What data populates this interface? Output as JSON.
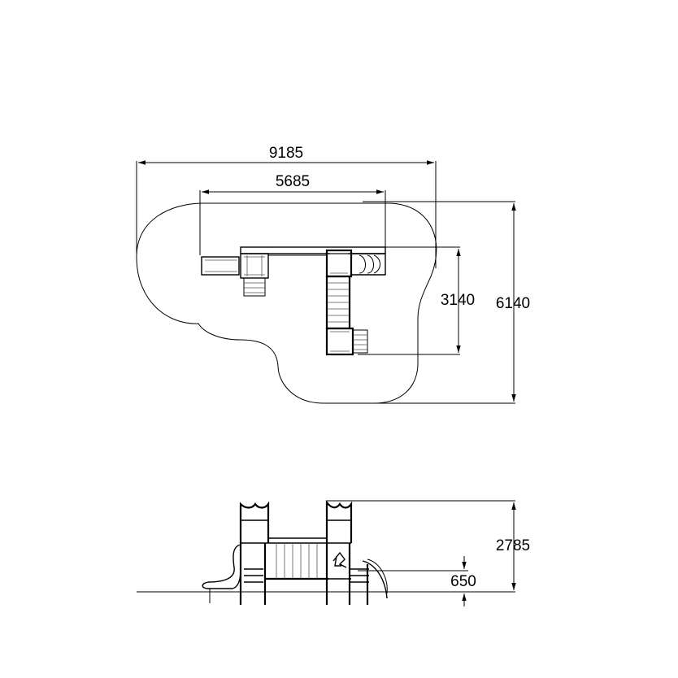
{
  "dimensions": {
    "overall_width": "9185",
    "inner_width": "5685",
    "depth_inner": "3140",
    "depth_overall": "6140",
    "total_height": "2785",
    "platform_height": "650"
  }
}
